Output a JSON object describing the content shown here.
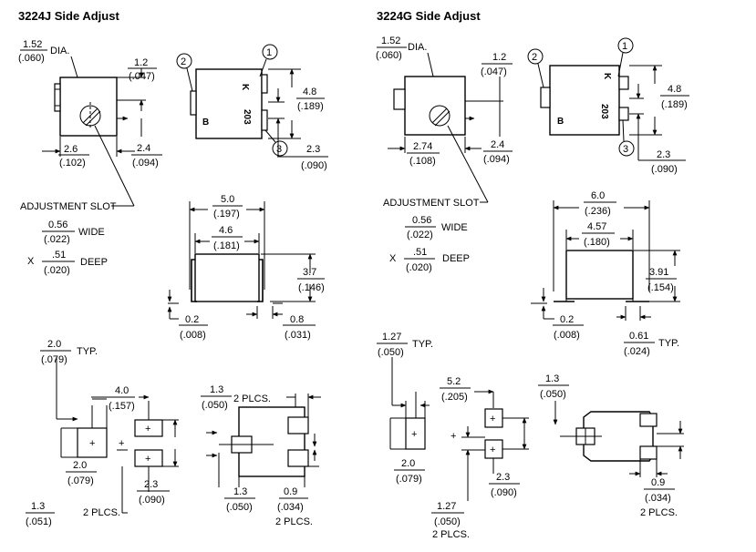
{
  "left": {
    "title": "3224J Side Adjust",
    "dia_value": "1.52",
    "dia_inch": "(.060)",
    "dia_label": "DIA.",
    "top_offset": "1.2",
    "top_offset_in": "(.047)",
    "height": "4.8",
    "height_in": "(.189)",
    "width": "2.6",
    "width_in": "(.102)",
    "side_h": "2.4",
    "side_h_in": "(.094)",
    "term_h": "2.3",
    "term_h_in": "(.090)",
    "callout1": "1",
    "callout2": "2",
    "callout3": "3",
    "marking1": "K",
    "marking2": "203",
    "slot_label": "ADJUSTMENT SLOT",
    "slot_wide": "0.56",
    "slot_wide_in": "(.022)",
    "wide_label": "WIDE",
    "x_label": "X",
    "slot_deep": ".51",
    "slot_deep_in": "(.020)",
    "deep_label": "DEEP",
    "len_outer": "5.0",
    "len_outer_in": "(.197)",
    "len_inner": "4.6",
    "len_inner_in": "(.181)",
    "body_h": "3.7",
    "body_h_in": "(.146)",
    "lead_t": "0.2",
    "lead_t_in": "(.008)",
    "lead_l": "0.8",
    "lead_l_in": "(.031)",
    "pad_w": "2.0",
    "pad_w_in": "(.079)",
    "typ": "TYP.",
    "pad_sp": "4.0",
    "pad_sp_in": "(.157)",
    "pad_w2": "2.0",
    "pad_w2_in": "(.079)",
    "pad_sp2": "2.3",
    "pad_sp2_in": "(.090)",
    "pad_h": "1.3",
    "pad_h_in": "(.051)",
    "plcs": "2 PLCS.",
    "fp_13": "1.3",
    "fp_13_in": "(.050)",
    "fp_plcs": "2 PLCS.",
    "fp_13b": "1.3",
    "fp_13b_in": "(.050)",
    "fp_09": "0.9",
    "fp_09_in": "(.034)",
    "fp_plcs2": "2 PLCS."
  },
  "right": {
    "title": "3224G Side Adjust",
    "dia_value": "1.52",
    "dia_inch": "(.060)",
    "dia_label": "DIA.",
    "top_offset": "1.2",
    "top_offset_in": "(.047)",
    "height": "4.8",
    "height_in": "(.189)",
    "width": "2.74",
    "width_in": "(.108)",
    "side_h": "2.4",
    "side_h_in": "(.094)",
    "term_h": "2.3",
    "term_h_in": "(.090)",
    "callout1": "1",
    "callout2": "2",
    "callout3": "3",
    "marking1": "K",
    "marking2": "203",
    "slot_label": "ADJUSTMENT SLOT",
    "slot_wide": "0.56",
    "slot_wide_in": "(.022)",
    "wide_label": "WIDE",
    "x_label": "X",
    "slot_deep": ".51",
    "slot_deep_in": "(.020)",
    "deep_label": "DEEP",
    "len_outer": "6.0",
    "len_outer_in": "(.236)",
    "len_inner": "4.57",
    "len_inner_in": "(.180)",
    "body_h": "3.91",
    "body_h_in": "(.154)",
    "lead_t": "0.2",
    "lead_t_in": "(.008)",
    "lead_l": "0.61",
    "lead_l_in": "(.024)",
    "lead_typ": "TYP.",
    "pad_w": "1.27",
    "pad_w_in": "(.050)",
    "typ": "TYP.",
    "pad_sp": "5.2",
    "pad_sp_in": "(.205)",
    "pad_w2": "2.0",
    "pad_w2_in": "(.079)",
    "pad_sp2": "2.3",
    "pad_sp2_in": "(.090)",
    "pad_h": "1.27",
    "pad_h_in": "(.050)",
    "plcs": "2 PLCS.",
    "fp_13": "1.3",
    "fp_13_in": "(.050)",
    "fp_09": "0.9",
    "fp_09_in": "(.034)",
    "fp_plcs2": "2 PLCS."
  }
}
